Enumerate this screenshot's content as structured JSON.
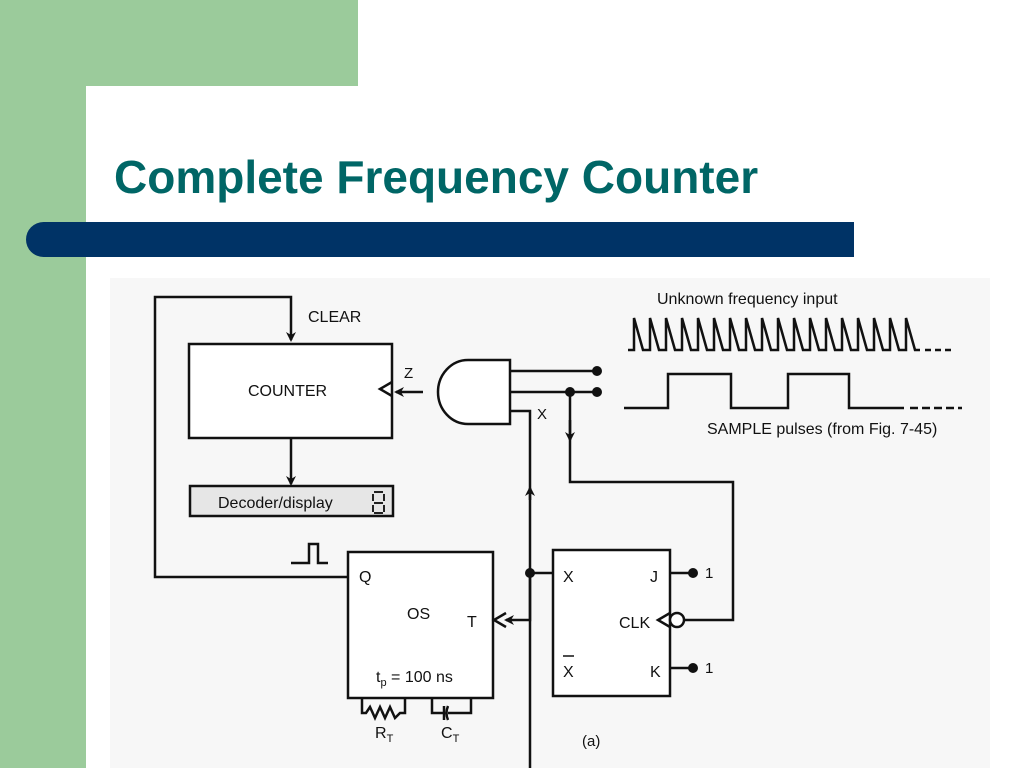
{
  "slide": {
    "title": "Complete Frequency Counter",
    "colors": {
      "title": "#006666",
      "accent_bar": "#003366",
      "side_panel": "#9bcb9b"
    }
  },
  "diagram": {
    "labels": {
      "clear": "CLEAR",
      "counter": "COUNTER",
      "z": "Z",
      "x_wire": "X",
      "decoder": "Decoder/display",
      "digit": "8",
      "q": "Q",
      "os": "OS",
      "t": "T",
      "tp": "t",
      "tp_sub": "p",
      "tp_value": " = 100 ns",
      "rt": "R",
      "rt_sub": "T",
      "ct": "C",
      "ct_sub": "T",
      "ff_x": "X",
      "ff_xbar": "X",
      "ff_j": "J",
      "ff_k": "K",
      "ff_clk": "CLK",
      "j_value": "1",
      "k_value": "1",
      "unknown_input": "Unknown frequency input",
      "sample_pulses": "SAMPLE pulses (from Fig. 7-45)",
      "caption": "(a)"
    }
  }
}
